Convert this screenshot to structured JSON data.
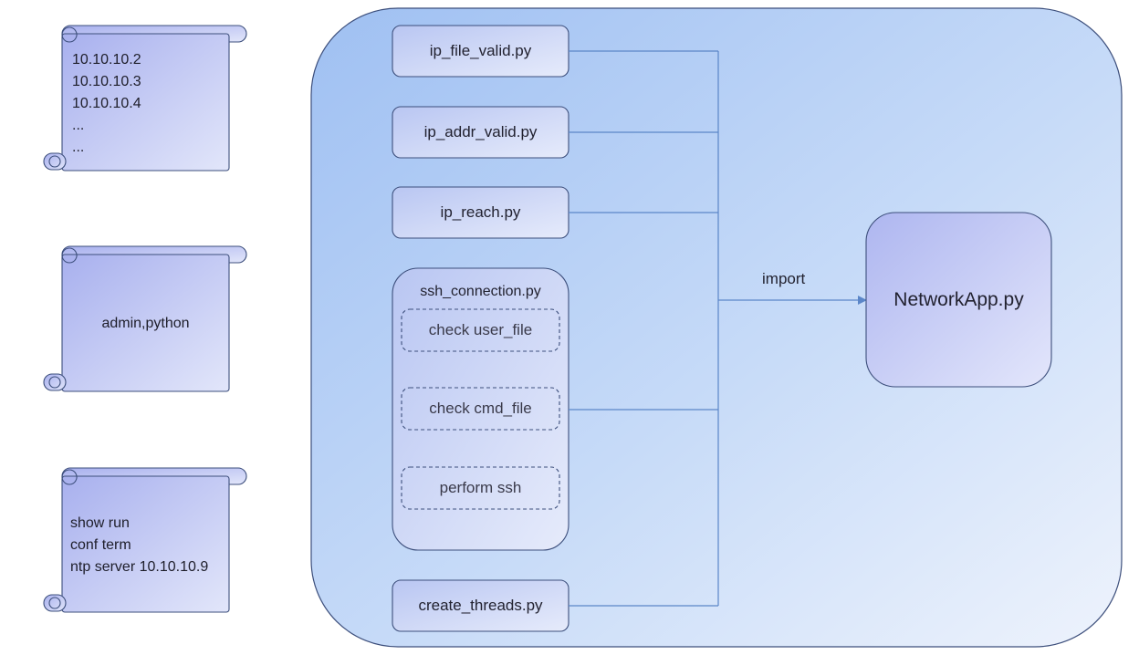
{
  "scrolls": [
    {
      "lines": [
        "10.10.10.2",
        "10.10.10.3",
        "10.10.10.4",
        "...",
        "..."
      ]
    },
    {
      "lines": [
        "admin,python"
      ]
    },
    {
      "lines": [
        "show run",
        "conf term",
        "ntp server 10.10.10.9"
      ]
    }
  ],
  "modules": [
    {
      "label": "ip_file_valid.py"
    },
    {
      "label": "ip_addr_valid.py"
    },
    {
      "label": "ip_reach.py"
    }
  ],
  "ssh": {
    "title": "ssh_connection.py",
    "steps": [
      "check user_file",
      "check cmd_file",
      "perform ssh"
    ]
  },
  "threads": {
    "label": "create_threads.py"
  },
  "connector": {
    "label": "import"
  },
  "app": {
    "label": "NetworkApp.py"
  },
  "colors": {
    "container_fill": "#a9c8f4",
    "box_fill": "#c9d3f4",
    "stroke": "#3d4f7c",
    "scroll_fill": "#b8bff0",
    "line": "#5b86c8"
  }
}
